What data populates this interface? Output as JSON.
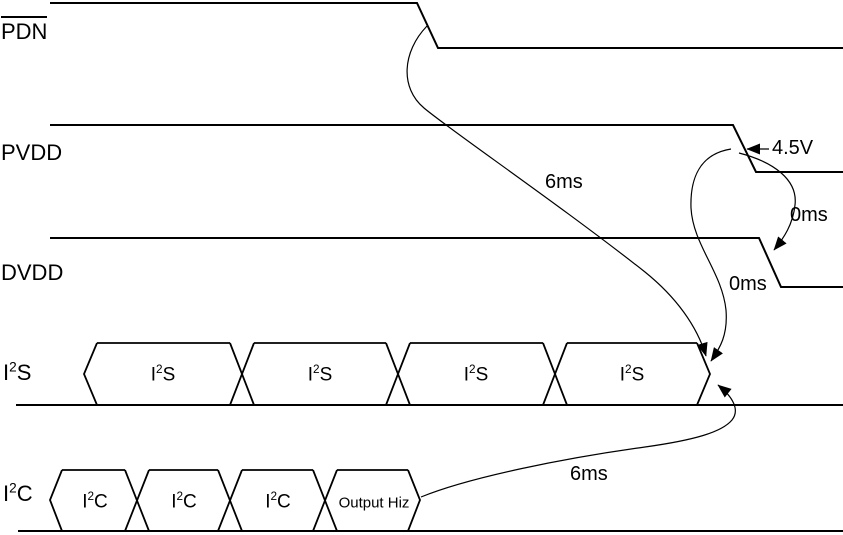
{
  "signals": [
    {
      "name": "PDN",
      "label": {
        "pre": "PDN",
        "sup": "",
        "post": ""
      },
      "has_overline": true
    },
    {
      "name": "PVDD",
      "label": {
        "pre": "PVDD",
        "sup": "",
        "post": ""
      },
      "has_overline": false
    },
    {
      "name": "DVDD",
      "label": {
        "pre": "DVDD",
        "sup": "",
        "post": ""
      },
      "has_overline": false
    },
    {
      "name": "I2S",
      "label": {
        "pre": "I",
        "sup": "2",
        "post": "S"
      },
      "has_overline": false
    },
    {
      "name": "I2C",
      "label": {
        "pre": "I",
        "sup": "2",
        "post": "C"
      },
      "has_overline": false
    }
  ],
  "i2s_cells": [
    {
      "pre": "I",
      "sup": "2",
      "post": "S"
    },
    {
      "pre": "I",
      "sup": "2",
      "post": "S"
    },
    {
      "pre": "I",
      "sup": "2",
      "post": "S"
    },
    {
      "pre": "I",
      "sup": "2",
      "post": "S"
    }
  ],
  "i2c_cells": [
    {
      "pre": "I",
      "sup": "2",
      "post": "C"
    },
    {
      "pre": "I",
      "sup": "2",
      "post": "C"
    },
    {
      "pre": "I",
      "sup": "2",
      "post": "C"
    },
    {
      "pre": "Output Hiz",
      "sup": "",
      "post": ""
    }
  ],
  "annotations": {
    "pdn_to_i2s": "6ms",
    "pvdd_threshold": "4.5V",
    "pvdd_to_dvdd": "0ms",
    "pvdd_to_i2s": "0ms",
    "i2c_to_i2s": "6ms"
  },
  "colors": {
    "line": "#000000",
    "background": "#ffffff"
  }
}
